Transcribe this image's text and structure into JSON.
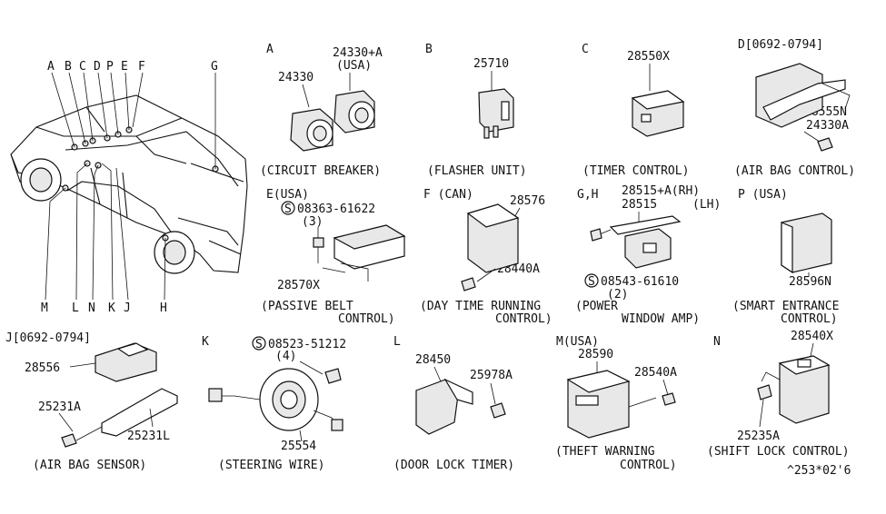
{
  "car_letters": [
    "A",
    "B",
    "C",
    "D",
    "P",
    "E",
    "F",
    "G",
    "M",
    "L",
    "N",
    "K",
    "J",
    "H"
  ],
  "sections": {
    "A": {
      "letter": "A",
      "parts": [
        "24330+A",
        "(USA)",
        "24330"
      ],
      "caption": "(CIRCUIT BREAKER)"
    },
    "B": {
      "letter": "B",
      "parts": [
        "25710"
      ],
      "caption": "(FLASHER UNIT)"
    },
    "C": {
      "letter": "C",
      "parts": [
        "28550X"
      ],
      "caption": "(TIMER CONTROL)"
    },
    "D": {
      "letter": "D[0692-0794]",
      "parts": [
        "28555N",
        "24330A"
      ],
      "caption": "(AIR BAG CONTROL)"
    },
    "E": {
      "letter": "E(USA)",
      "parts": [
        "08363-61622",
        "(3)",
        "28570X"
      ],
      "caption": [
        "(PASSIVE BELT",
        "CONTROL)"
      ]
    },
    "F": {
      "letter": "F (CAN)",
      "parts": [
        "28576",
        "28440A"
      ],
      "caption": [
        "(DAY TIME RUNNING",
        "CONTROL)"
      ]
    },
    "GH": {
      "letter": "G,H",
      "parts": [
        "28515+A(RH)",
        "28515",
        "(LH)",
        "08543-61610",
        "(2)"
      ],
      "caption": [
        "(POWER",
        "WINDOW AMP)"
      ]
    },
    "P": {
      "letter": "P (USA)",
      "parts": [
        "28596N"
      ],
      "caption": [
        "(SMART ENTRANCE",
        "CONTROL)"
      ]
    },
    "J": {
      "letter": "J[0692-0794]",
      "parts": [
        "28556",
        "25231A",
        "25231L"
      ],
      "caption": "(AIR BAG SENSOR)"
    },
    "K": {
      "letter": "K",
      "parts": [
        "08523-51212",
        "(4)",
        "25554"
      ],
      "caption": "(STEERING WIRE)"
    },
    "L": {
      "letter": "L",
      "parts": [
        "28450",
        "25978A"
      ],
      "caption": "(DOOR LOCK TIMER)"
    },
    "M": {
      "letter": "M(USA)",
      "parts": [
        "28590",
        "28540A"
      ],
      "caption": [
        "(THEFT WARNING",
        "CONTROL)"
      ]
    },
    "N": {
      "letter": "N",
      "parts": [
        "28540X",
        "25235A"
      ],
      "caption": "(SHIFT LOCK CONTROL)"
    }
  },
  "footer_code": "^253*02'6",
  "screw_symbol": "S"
}
